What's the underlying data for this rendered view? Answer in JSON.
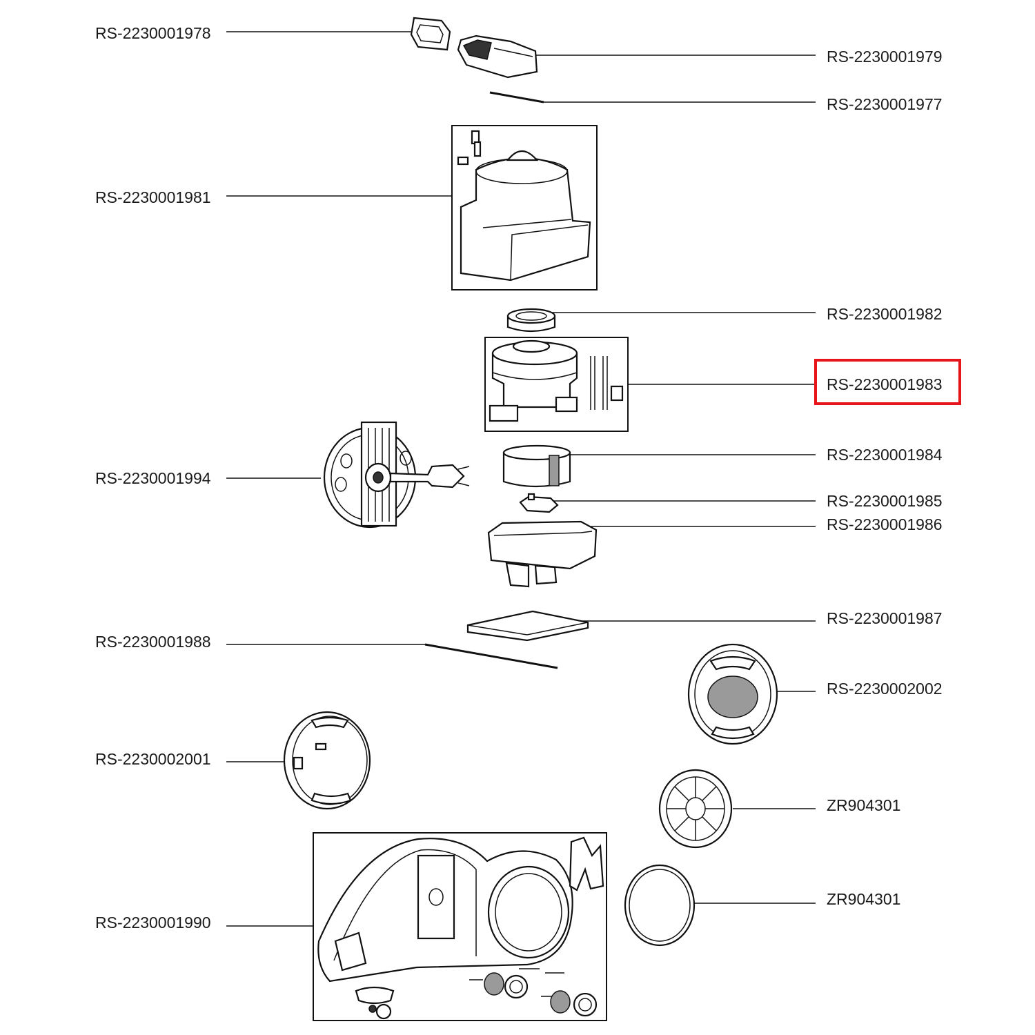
{
  "labels": {
    "p1978": "RS-2230001978",
    "p1979": "RS-2230001979",
    "p1977": "RS-2230001977",
    "p1981": "RS-2230001981",
    "p1982": "RS-2230001982",
    "p1983": "RS-2230001983",
    "p1984": "RS-2230001984",
    "p1994": "RS-2230001994",
    "p1985": "RS-2230001985",
    "p1986": "RS-2230001986",
    "p1987": "RS-2230001987",
    "p1988": "RS-2230001988",
    "p2002": "RS-2230002002",
    "p2001": "RS-2230002001",
    "zr1": "ZR904301",
    "zr2": "ZR904301",
    "p1990": "RS-2230001990"
  },
  "highlighted_part": "RS-2230001983",
  "colors": {
    "highlight": "#e8141b",
    "line": "#111111"
  }
}
